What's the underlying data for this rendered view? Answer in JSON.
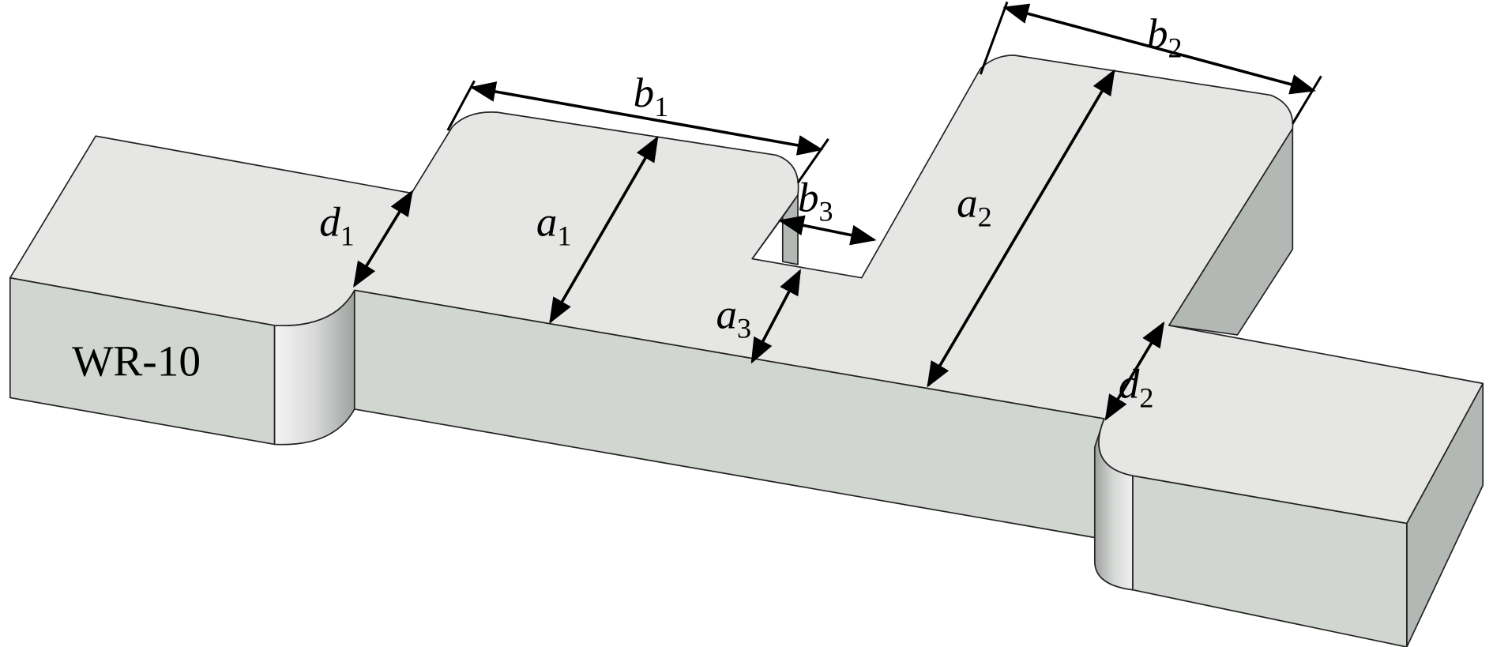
{
  "port_label": "WR-10",
  "dimensions": {
    "b1": {
      "main": "b",
      "sub": "1"
    },
    "b2": {
      "main": "b",
      "sub": "2"
    },
    "b3": {
      "main": "b",
      "sub": "3"
    },
    "a1": {
      "main": "a",
      "sub": "1"
    },
    "a2": {
      "main": "a",
      "sub": "2"
    },
    "a3": {
      "main": "a",
      "sub": "3"
    },
    "d1": {
      "main": "d",
      "sub": "1"
    },
    "d2": {
      "main": "d",
      "sub": "2"
    }
  },
  "colors": {
    "top": "#e6e6e4",
    "front": "#d2d6d1",
    "side": "#b3b8b4"
  }
}
